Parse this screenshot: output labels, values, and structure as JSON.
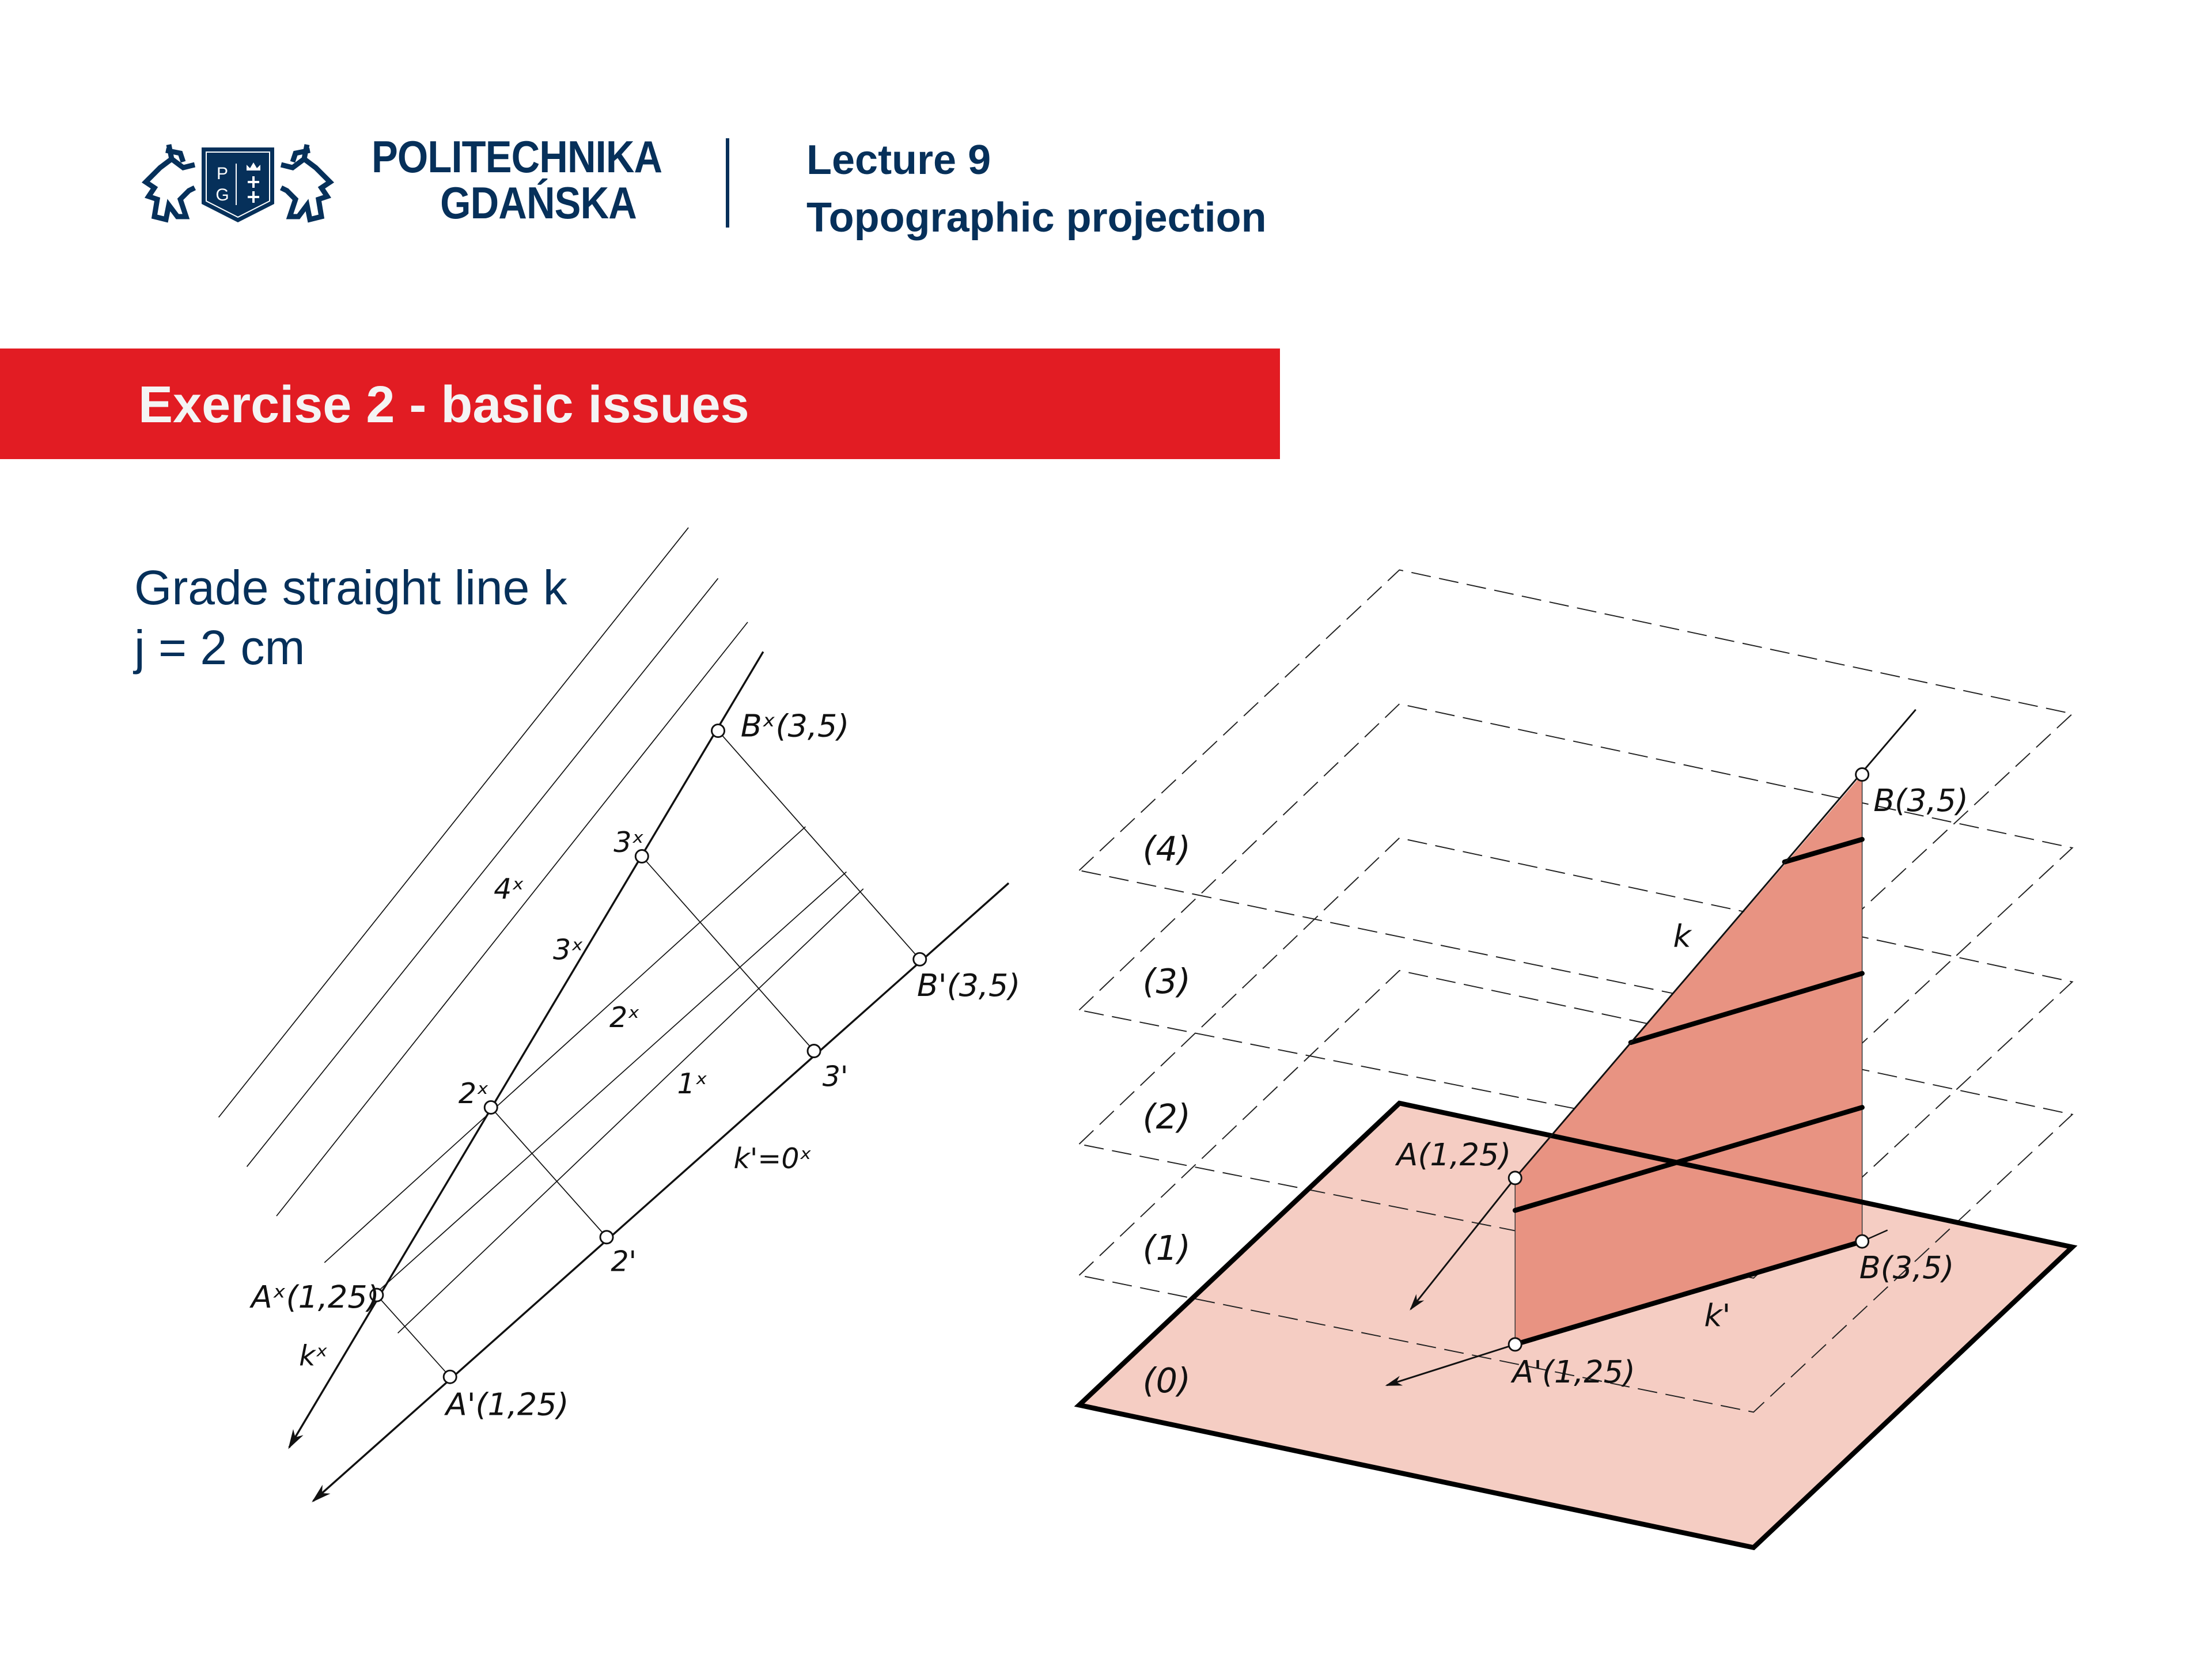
{
  "header": {
    "logo": {
      "shield_letters": [
        "P",
        "G"
      ],
      "icon": "pg-crest-icon"
    },
    "brand_line1": "POLITECHNIKA",
    "brand_line2": "GDAŃSKA",
    "lecture_number": "Lecture 9",
    "lecture_title": "Topographic projection"
  },
  "banner": {
    "title": "Exercise 2 - basic issues",
    "color": "#e21c23"
  },
  "task": {
    "line1": "Grade straight line k",
    "line2": "j = 2 cm"
  },
  "colors": {
    "navy": "#06305a",
    "triangle_fill": "#e89382",
    "base_plane_fill": "#f5cdc3"
  },
  "left_diagram": {
    "points": {
      "Bx": "Bˣ(3,5)",
      "x3": "3ˣ",
      "x2": "2ˣ",
      "Ax": "Aˣ(1,25)",
      "Bp": "B'(3,5)",
      "p3": "3'",
      "p2": "2'",
      "Ap": "A'(1,25)"
    },
    "line_labels": {
      "l4": "4ˣ",
      "l3": "3ˣ",
      "l2": "2ˣ",
      "l1": "1ˣ",
      "kp": "k'=0ˣ",
      "kx": "kˣ"
    }
  },
  "right_diagram": {
    "plane_levels": [
      "(4)",
      "(3)",
      "(2)",
      "(1)",
      "(0)"
    ],
    "points": {
      "B": "B(3,5)",
      "A": "A(1,25)",
      "Bp": "B(3,5)",
      "Ap": "A'(1,25)"
    },
    "line_labels": {
      "k": "k",
      "kp": "k'"
    }
  }
}
